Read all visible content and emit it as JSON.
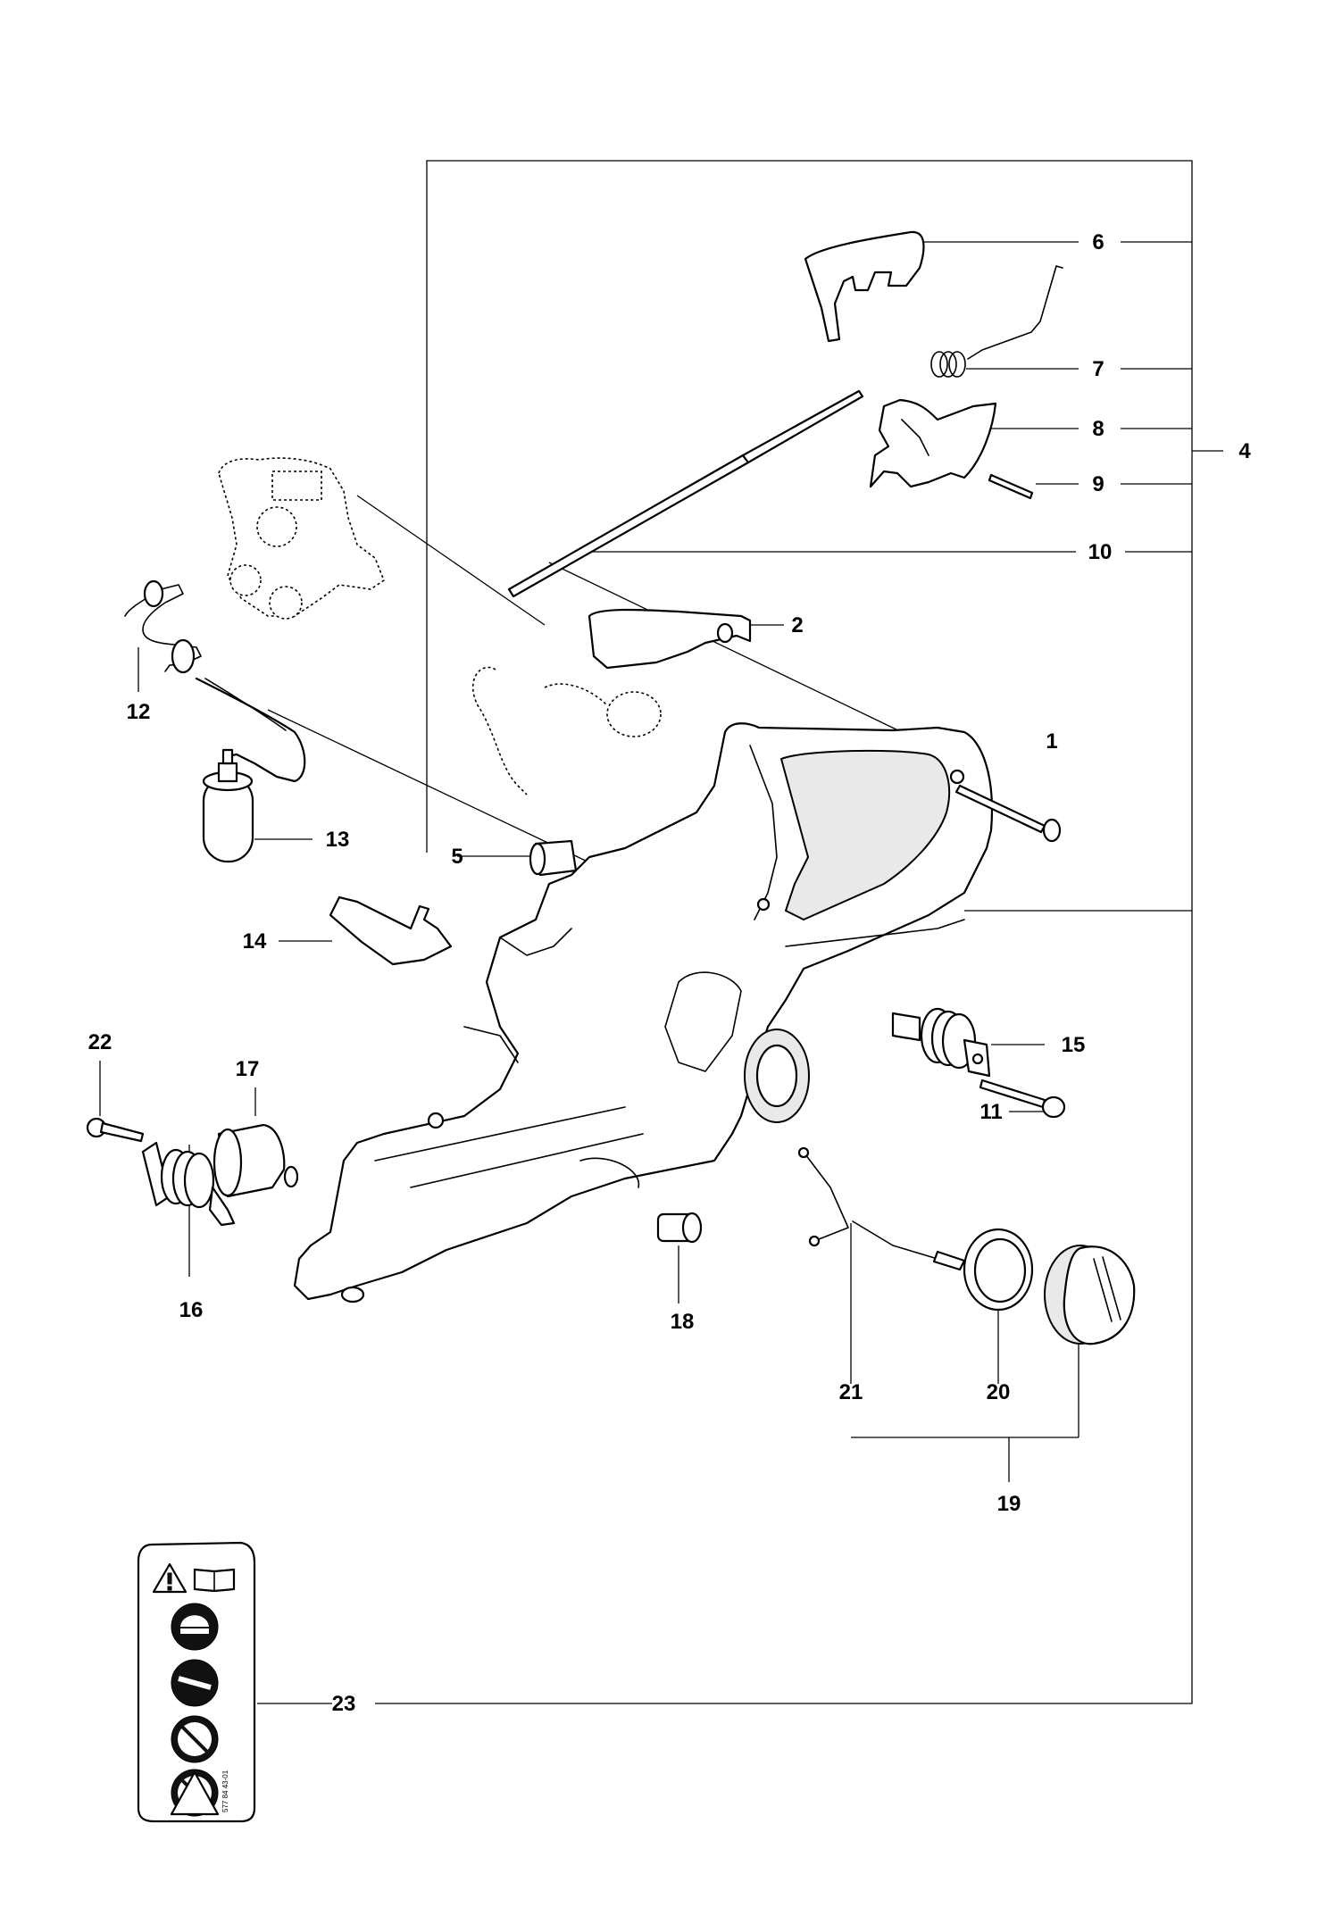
{
  "callouts": {
    "c1": "1",
    "c2": "2",
    "c4": "4",
    "c5": "5",
    "c6": "6",
    "c7": "7",
    "c8": "8",
    "c9": "9",
    "c10": "10",
    "c11": "11",
    "c12": "12",
    "c13": "13",
    "c14": "14",
    "c15": "15",
    "c16": "16",
    "c17": "17",
    "c18": "18",
    "c19": "19",
    "c20": "20",
    "c21": "21",
    "c22": "22",
    "c23": "23"
  },
  "decal": {
    "part_number": "577 84 43-01",
    "icons": [
      "warning-triangle-icon",
      "manual-book-icon",
      "helmet-ear-eye-protection-icon",
      "two-hand-grip-icon",
      "no-one-hand-operation-icon",
      "no-bar-tip-contact-icon",
      "kickback-warning-icon"
    ]
  }
}
